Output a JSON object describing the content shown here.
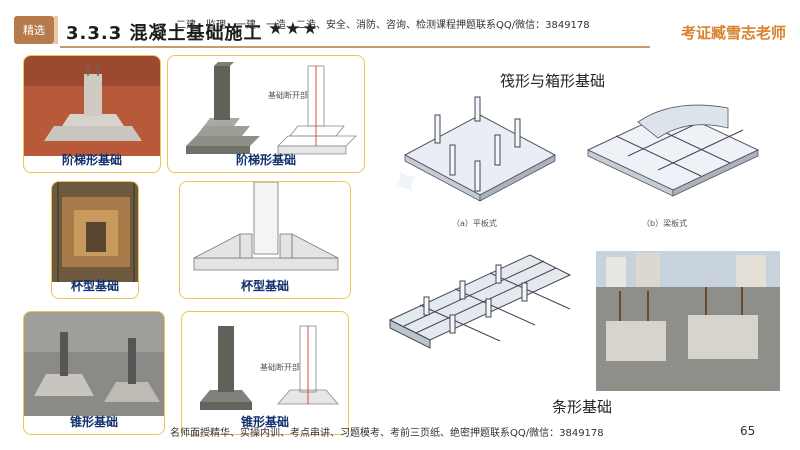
{
  "header": {
    "badge": "精选",
    "section_title": "3.3.3 混凝土基础施工",
    "stars": "★★★",
    "top_banner": "二建、监理、一建、一造、二造、安全、消防、咨询、检测课程押题联系QQ/微信：3849178",
    "teacher": "考证臧雪志老师"
  },
  "cards": {
    "step1": "阶梯形基础",
    "step2": "阶梯形基础",
    "cup1": "杯型基础",
    "cup2": "杯型基础",
    "cone1": "锥形基础",
    "cone2": "锥形基础"
  },
  "diagrams": {
    "raft_title": "筏形与箱形基础",
    "raft_a": "（a）平板式",
    "raft_b": "（b）梁板式",
    "strip_title": "条形基础",
    "anno_step": "基础断开部",
    "anno_cone": "基础断开部"
  },
  "footer": "名师面授精华、实操内训、考点串讲、习题模考、考前三页纸、绝密押题联系QQ/微信：3849178",
  "page_number": "65",
  "colors": {
    "accent": "#f0c25a",
    "caption": "#12306d",
    "teacher": "#d9822b"
  }
}
